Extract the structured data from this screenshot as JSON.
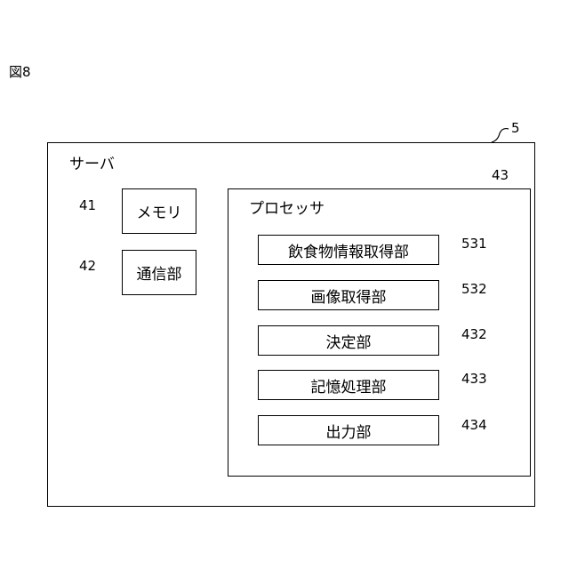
{
  "figure_label": "図8",
  "server": {
    "label": "サーバ",
    "ref": "5"
  },
  "memory": {
    "label": "メモリ",
    "ref": "41"
  },
  "comm": {
    "label": "通信部",
    "ref": "42"
  },
  "processor": {
    "label": "プロセッサ",
    "ref": "43",
    "units": [
      {
        "label": "飲食物情報取得部",
        "ref": "531"
      },
      {
        "label": "画像取得部",
        "ref": "532"
      },
      {
        "label": "決定部",
        "ref": "432"
      },
      {
        "label": "記憶処理部",
        "ref": "433"
      },
      {
        "label": "出力部",
        "ref": "434"
      }
    ]
  }
}
